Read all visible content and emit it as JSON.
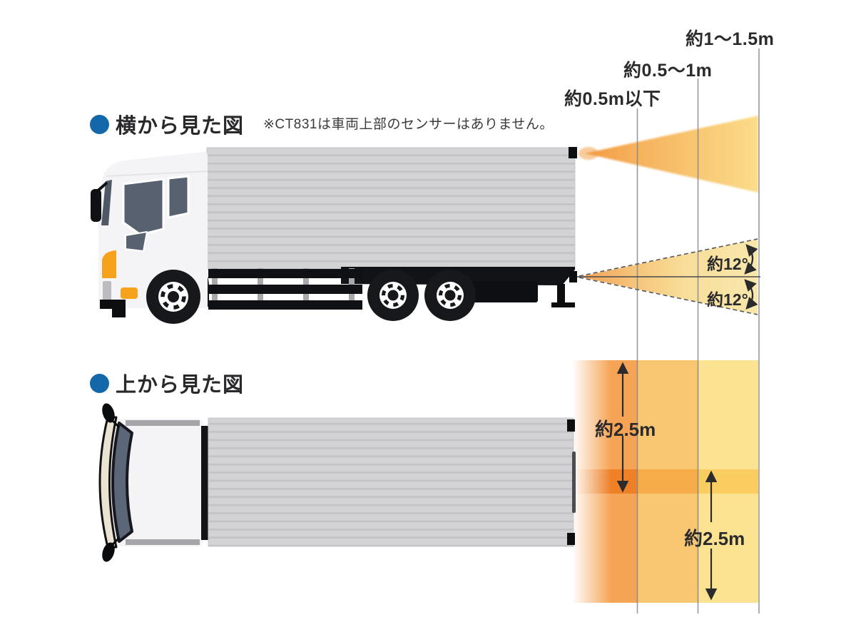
{
  "headings": {
    "side_view_label": "横から見た図",
    "top_view_label": "上から見た図"
  },
  "note_text": "※CT831は車両上部のセンサーはありません。",
  "side_view": {
    "distance_markers": [
      {
        "label": "約0.5m以下"
      },
      {
        "label": "約0.5〜1m"
      },
      {
        "label": "約1〜1.5m"
      }
    ],
    "sensor_angles": {
      "upper": "約12°",
      "lower": "約12°"
    }
  },
  "top_view": {
    "range_width_label": "約2.5m",
    "range_length_label": "約2.5m"
  },
  "colors": {
    "accent_blue": "#1467a8",
    "beam_orange": "#f5a044",
    "beam_yellow": "#fbdc85",
    "zone_col1": "#f5a455",
    "zone_col2": "#f9c772",
    "zone_col3": "#fbe392",
    "zone_band_col1": "#ee8128",
    "zone_band_col2": "#f7ac4a",
    "zone_band_col3": "#f9cd60",
    "guide_line_gray": "#85888c",
    "truck_box_gray": "#d3d2d5",
    "text_dark": "#2b2b2e"
  }
}
